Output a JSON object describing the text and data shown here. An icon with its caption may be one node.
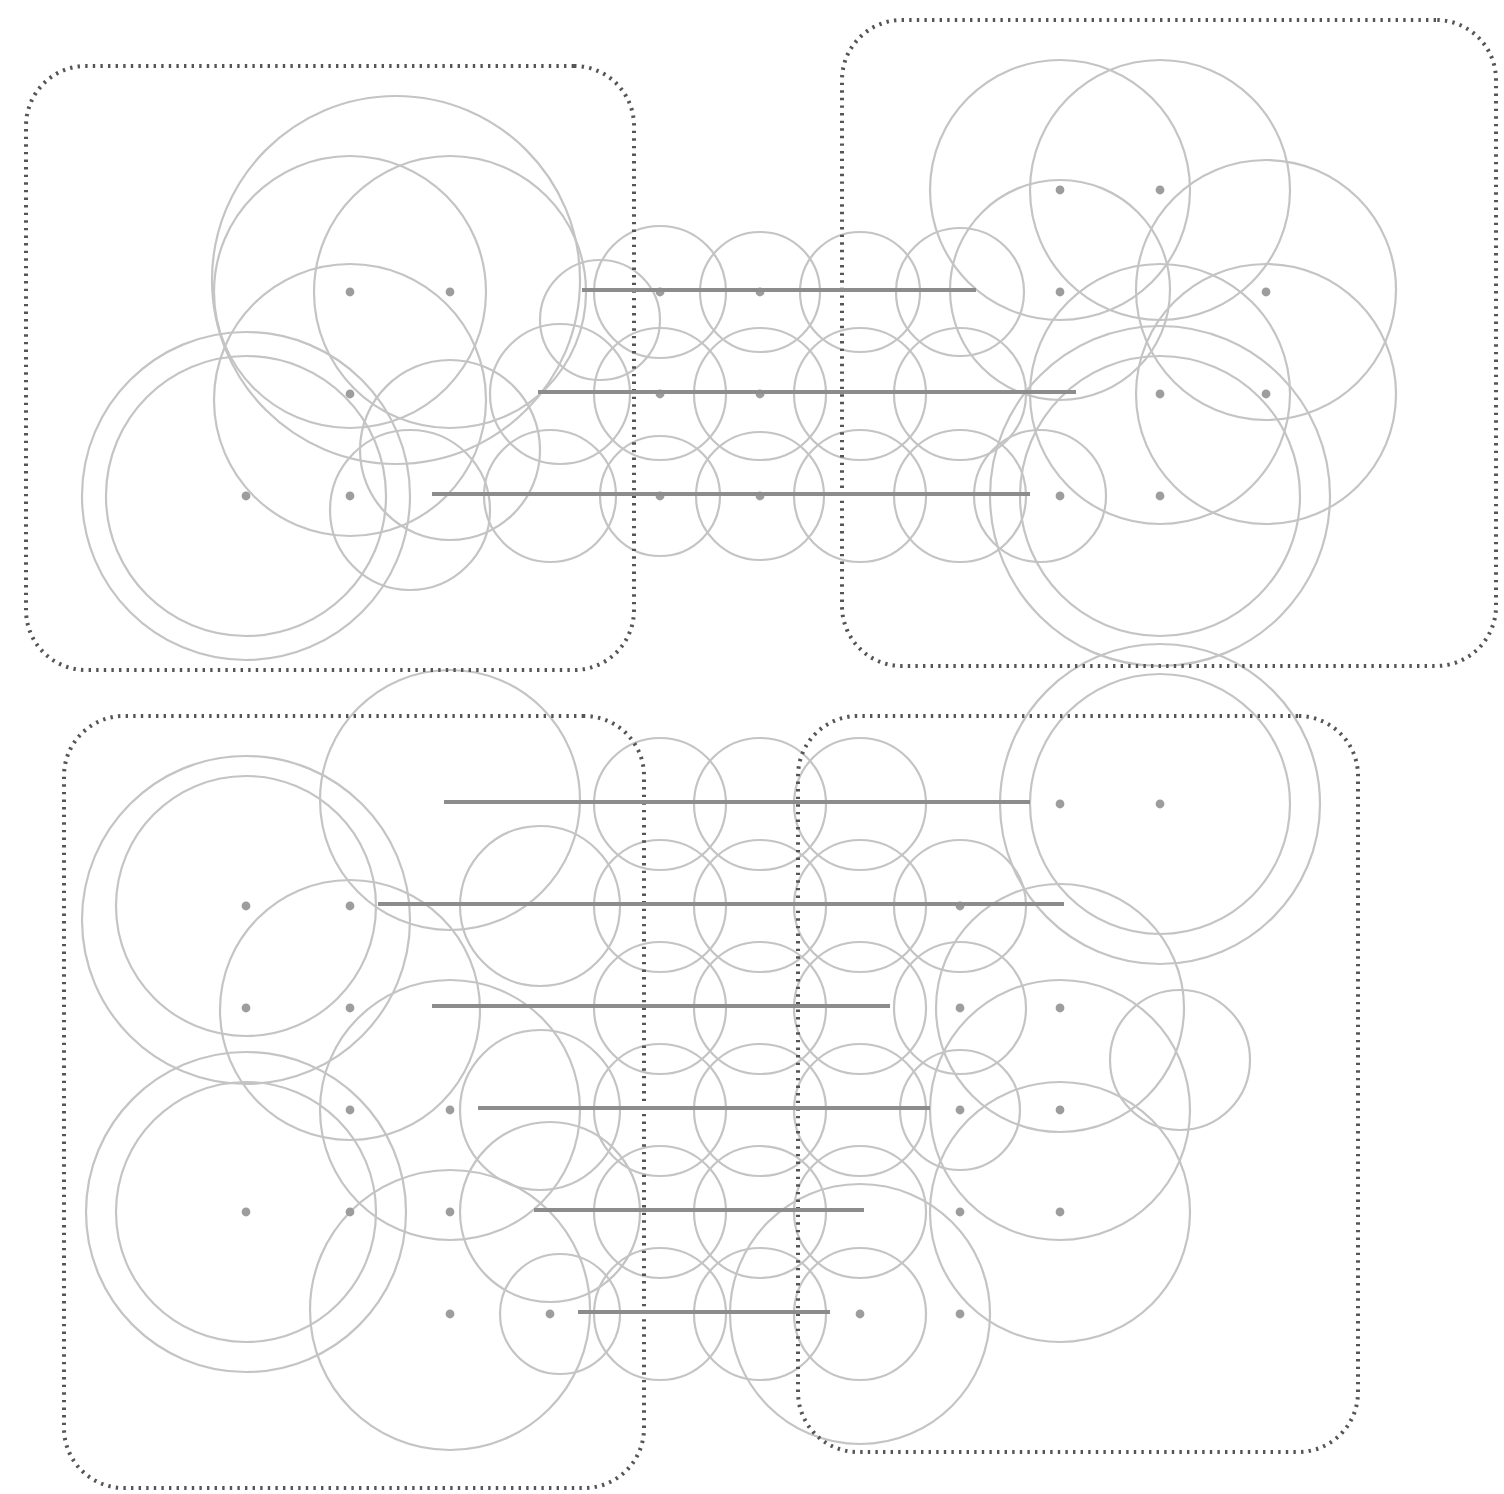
{
  "diagram": {
    "nodes": [
      {
        "text": [],
        "shape": "box"
      },
      {
        "text": [],
        "shape": "box"
      },
      {
        "text": [],
        "shape": "box"
      },
      {
        "text": [],
        "shape": "box"
      }
    ],
    "edges": [
      {
        "from": 0,
        "to": 1,
        "arrow": "none"
      },
      {
        "from": 0,
        "to": 1,
        "arrow": "none"
      },
      {
        "from": 0,
        "to": 1,
        "arrow": "none"
      },
      {
        "from": 2,
        "to": 3,
        "arrow": "none"
      },
      {
        "from": 2,
        "to": 3,
        "arrow": "none"
      },
      {
        "from": 2,
        "to": 3,
        "arrow": "none"
      },
      {
        "from": 2,
        "to": 3,
        "arrow": "none"
      },
      {
        "from": 2,
        "to": 3,
        "arrow": "none"
      },
      {
        "from": 2,
        "to": 3,
        "arrow": "none"
      }
    ]
  }
}
